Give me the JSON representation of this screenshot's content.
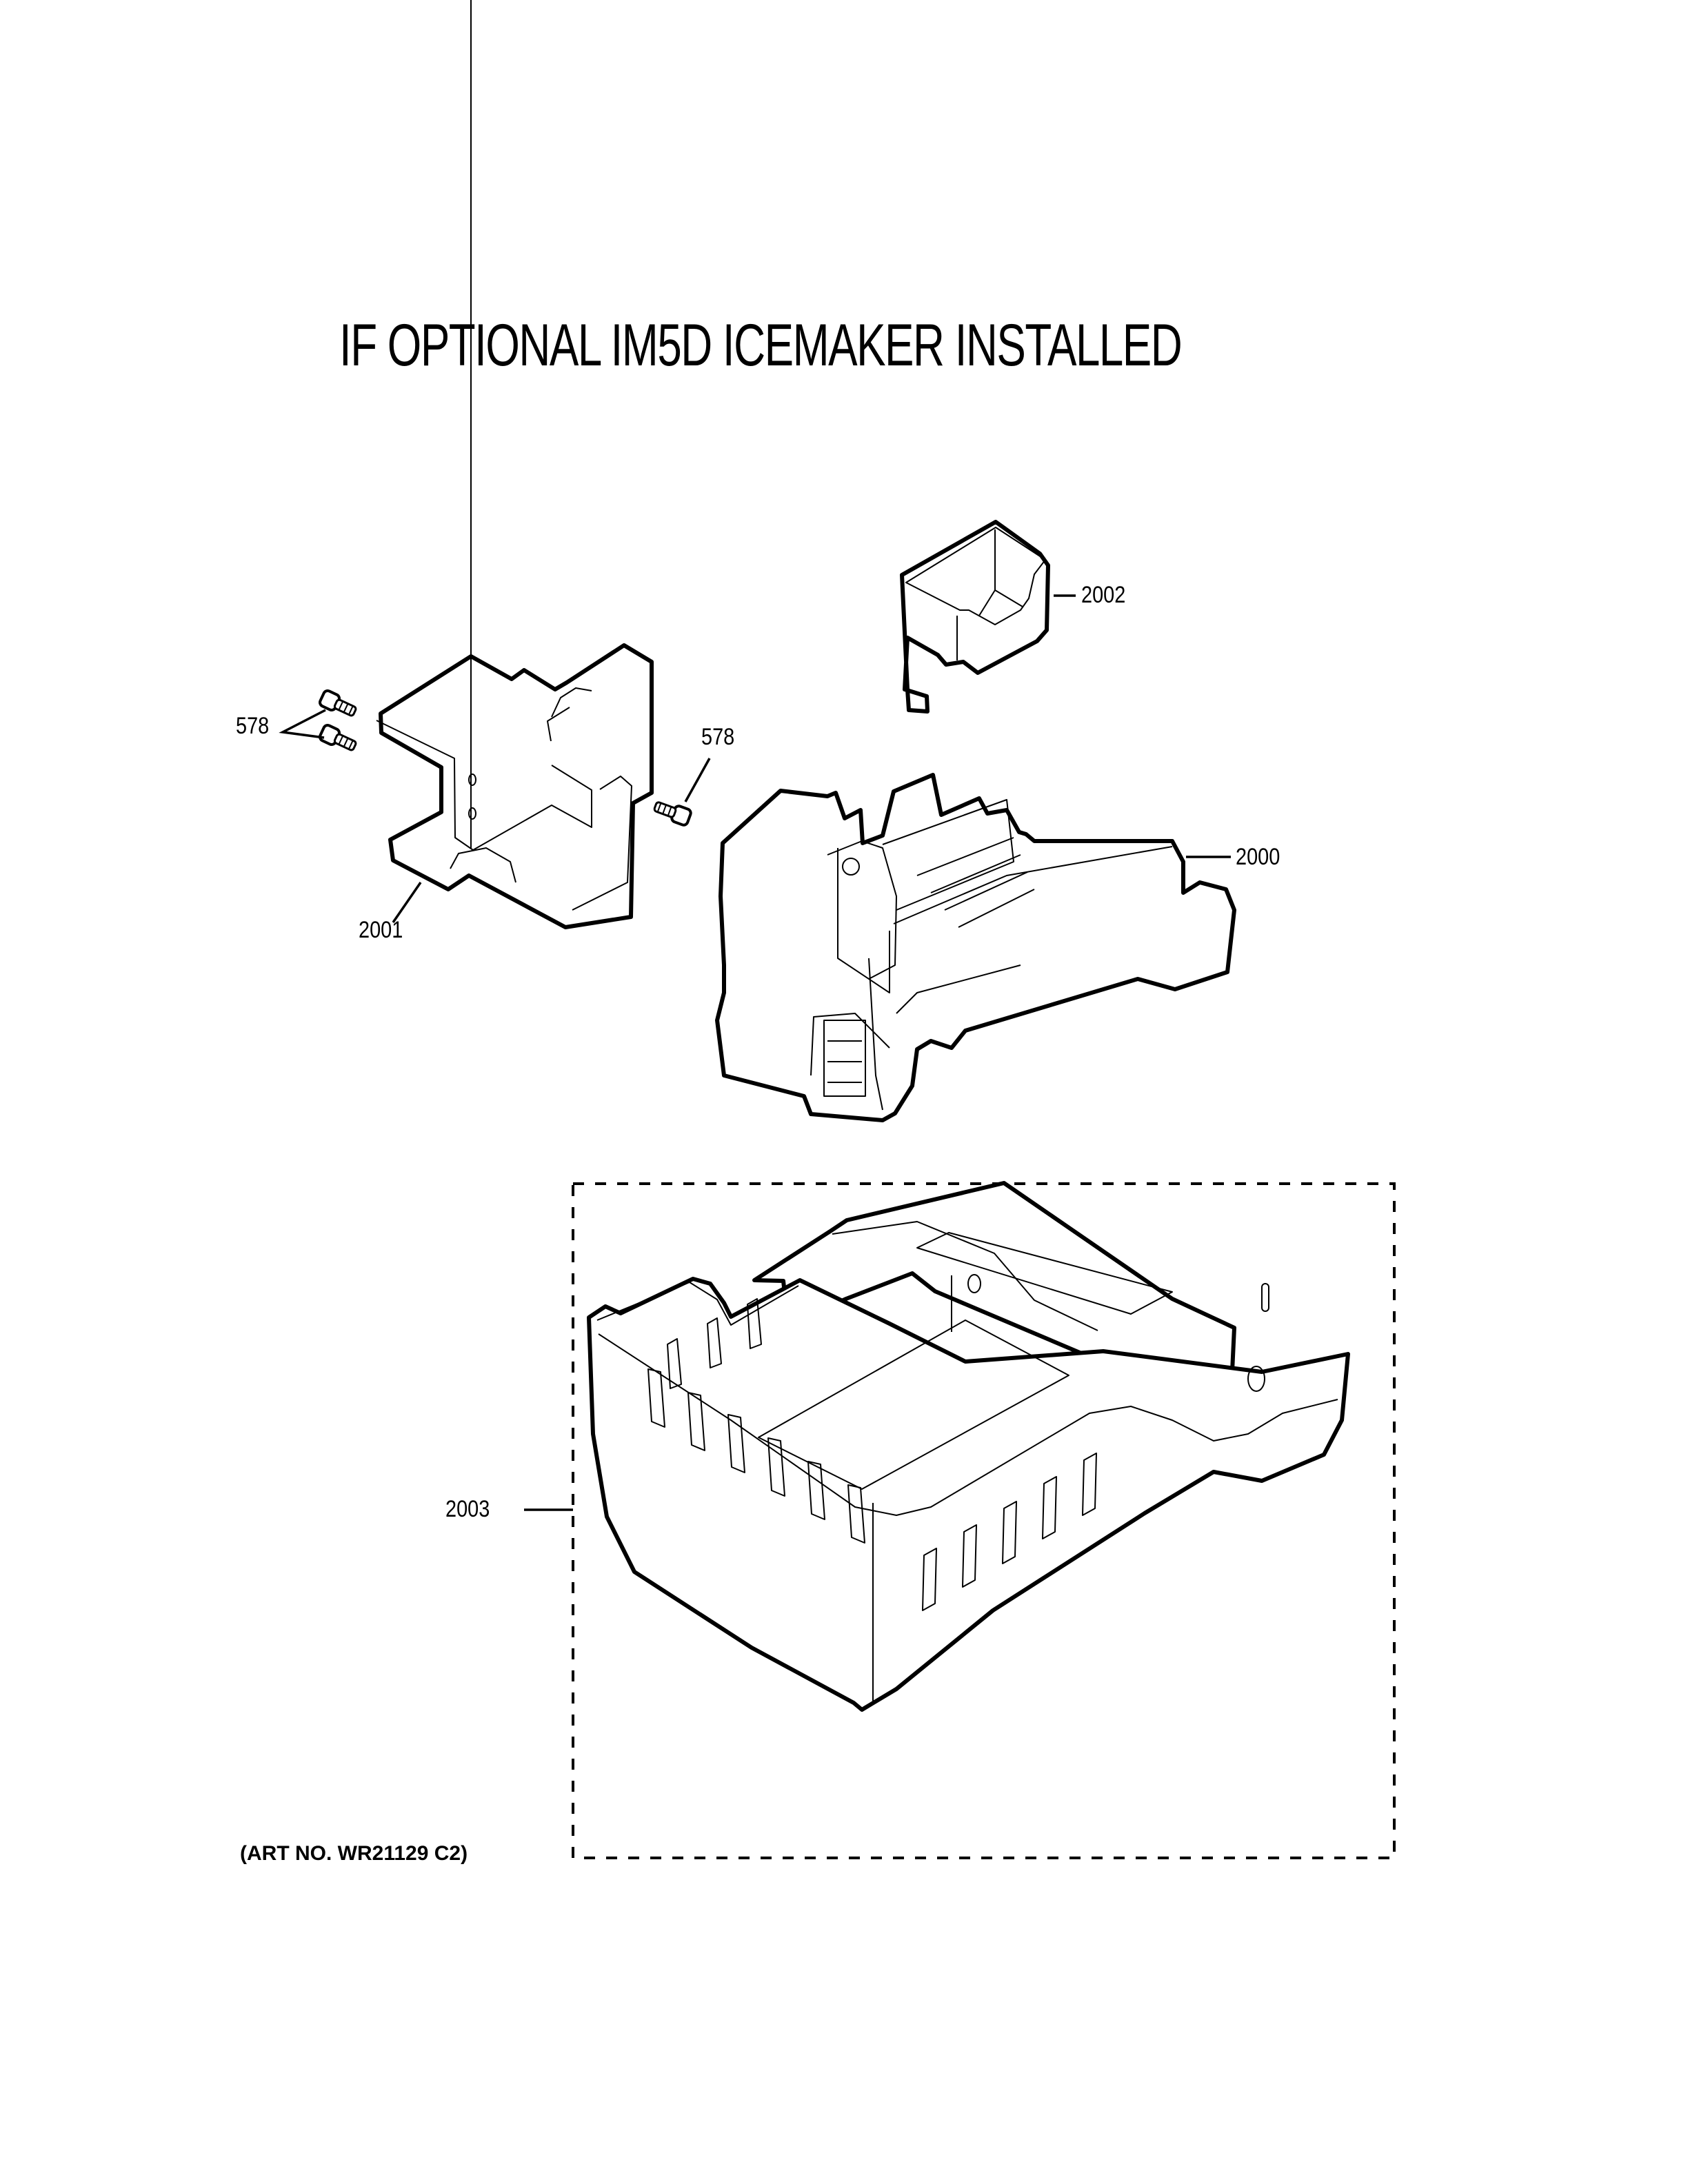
{
  "title": "IF OPTIONAL IM5D ICEMAKER INSTALLED",
  "art_number": "(ART NO. WR21129 C2)",
  "parts": [
    {
      "callout": "578",
      "description": "Screw (pair, left)"
    },
    {
      "callout": "578",
      "description": "Screw (single, center)"
    },
    {
      "callout": "2001",
      "description": "Icemaker mounting bracket"
    },
    {
      "callout": "2002",
      "description": "Fill cup"
    },
    {
      "callout": "2000",
      "description": "Icemaker assembly"
    },
    {
      "callout": "2003",
      "description": "Ice bucket assembly (optional kit, dashed box)"
    }
  ],
  "labels": {
    "screw_pair": "578",
    "screw_single": "578",
    "bracket": "2001",
    "fill_cup": "2002",
    "icemaker": "2000",
    "ice_bucket": "2003"
  },
  "colors": {
    "ink": "#000000",
    "paper": "#ffffff"
  }
}
